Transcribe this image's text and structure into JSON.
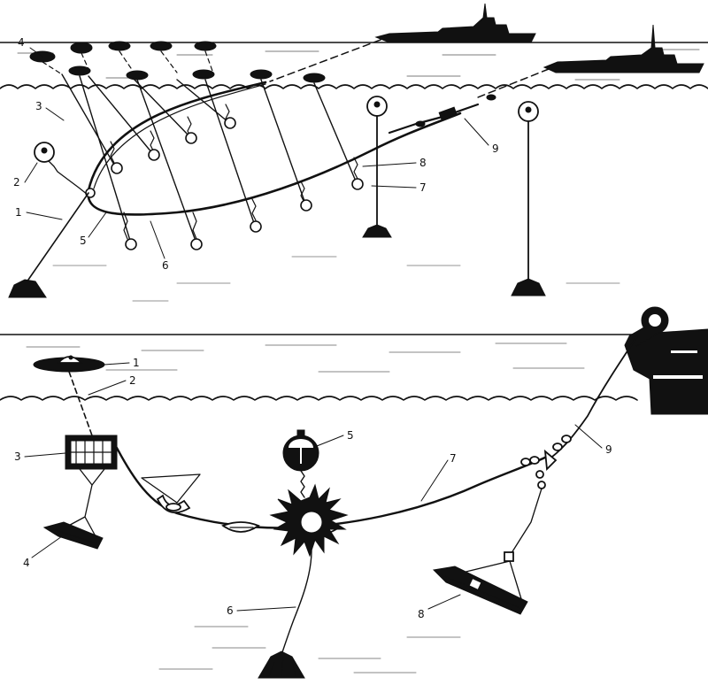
{
  "top_diagram": {
    "labels": [
      "1",
      "2",
      "3",
      "4",
      "5",
      "6",
      "7",
      "8",
      "9"
    ]
  },
  "bottom_diagram": {
    "labels": [
      "1",
      "2",
      "3",
      "4",
      "5",
      "6",
      "7",
      "8",
      "9"
    ]
  }
}
